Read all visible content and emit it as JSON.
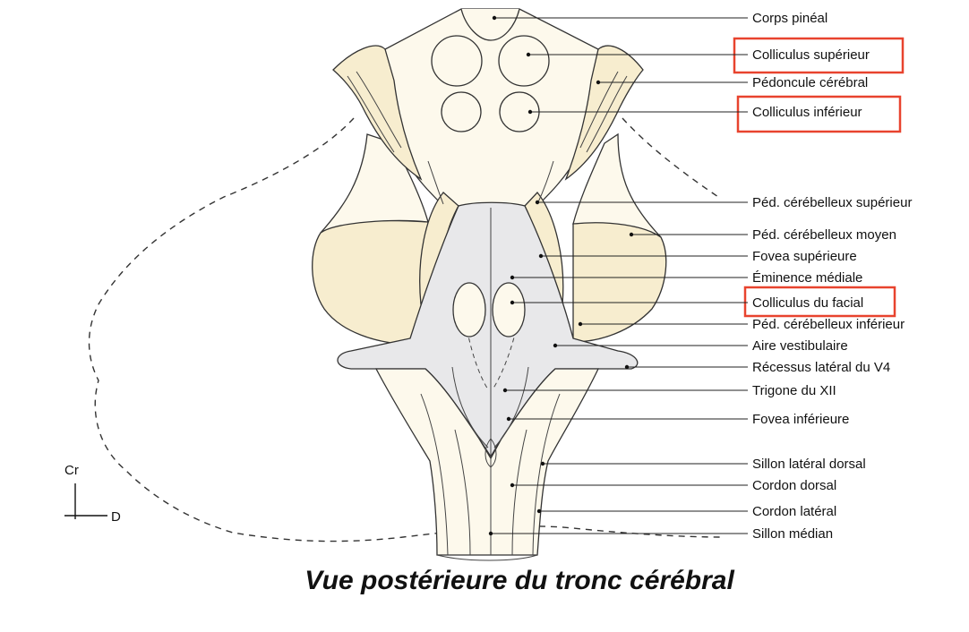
{
  "title": "Vue postérieure du tronc cérébral",
  "orientation": {
    "cranial": "Cr",
    "dorsal": "D"
  },
  "labels": [
    {
      "text": "Corps pinéal",
      "highlighted": false
    },
    {
      "text": "Colliculus supérieur",
      "highlighted": true
    },
    {
      "text": "Pédoncule cérébral",
      "highlighted": false
    },
    {
      "text": "Colliculus inférieur",
      "highlighted": true
    },
    {
      "text": "Péd. cérébelleux supérieur",
      "highlighted": false
    },
    {
      "text": "Péd. cérébelleux moyen",
      "highlighted": false
    },
    {
      "text": "Fovea supérieure",
      "highlighted": false
    },
    {
      "text": "Éminence médiale",
      "highlighted": false
    },
    {
      "text": "Colliculus du facial",
      "highlighted": true
    },
    {
      "text": "Péd. cérébelleux inférieur",
      "highlighted": false
    },
    {
      "text": "Aire vestibulaire",
      "highlighted": false
    },
    {
      "text": "Récessus latéral du V4",
      "highlighted": false
    },
    {
      "text": "Trigone du XII",
      "highlighted": false
    },
    {
      "text": "Fovea inférieure",
      "highlighted": false
    },
    {
      "text": "Sillon latéral dorsal",
      "highlighted": false
    },
    {
      "text": "Cordon dorsal",
      "highlighted": false
    },
    {
      "text": "Cordon latéral",
      "highlighted": false
    },
    {
      "text": "Sillon médian",
      "highlighted": false
    }
  ],
  "colors": {
    "highlight": "#e8432e",
    "tissue": "#fdf9ec",
    "peduncle": "#f7edcf",
    "floor": "#e8e8ea"
  }
}
